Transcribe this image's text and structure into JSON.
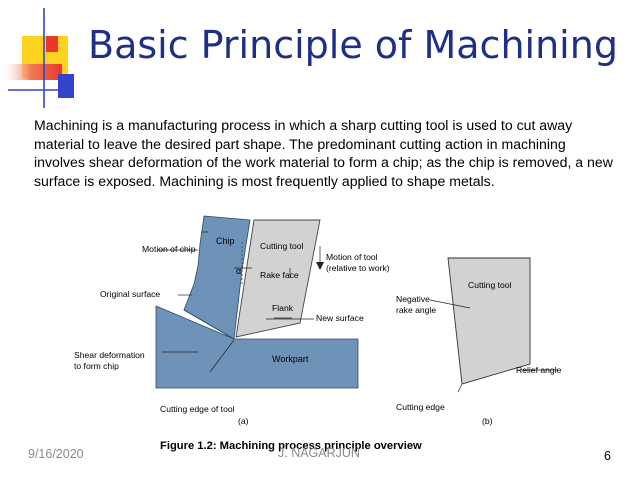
{
  "slide": {
    "title": "Basic Principle of Machining",
    "body": "Machining is a manufacturing process in which a sharp cutting tool is used to cut away material to leave the desired part shape. The predominant cutting action in machining involves shear deformation of the work material to form a chip; as the chip is removed, a new surface is exposed. Machining is most frequently applied to shape metals.",
    "caption": "Figure 1.2: Machining process principle overview",
    "footer": {
      "date": "9/16/2020",
      "author": "J. NAGARJUN",
      "page_number": "6"
    }
  },
  "figure": {
    "a_labels": {
      "motion_of_chip": "Motion of chip",
      "chip": "Chip",
      "cutting_tool": "Cutting tool",
      "alpha": "α",
      "rake_face": "Rake face",
      "motion_of_tool_line1": "Motion of tool",
      "motion_of_tool_line2": "(relative to work)",
      "original_surface": "Original surface",
      "flank": "Flank",
      "new_surface": "New surface",
      "shear_line1": "Shear deformation",
      "shear_line2": "to form chip",
      "workpart": "Workpart",
      "cutting_edge_of_tool": "Cutting edge of tool",
      "panel": "(a)"
    },
    "b_labels": {
      "cutting_tool": "Cutting tool",
      "negative_line1": "Negative",
      "negative_line2": "rake angle",
      "relief_angle": "Relief angle",
      "cutting_edge": "Cutting edge",
      "panel": "(b)"
    }
  },
  "colors": {
    "title": "#1f2f86",
    "deco_yellow": "#ffd21f",
    "deco_red": "#e8382a",
    "deco_blue": "#3344cc",
    "work_blue": "#6f93b8",
    "tool_gray": "#d2d2d2"
  }
}
